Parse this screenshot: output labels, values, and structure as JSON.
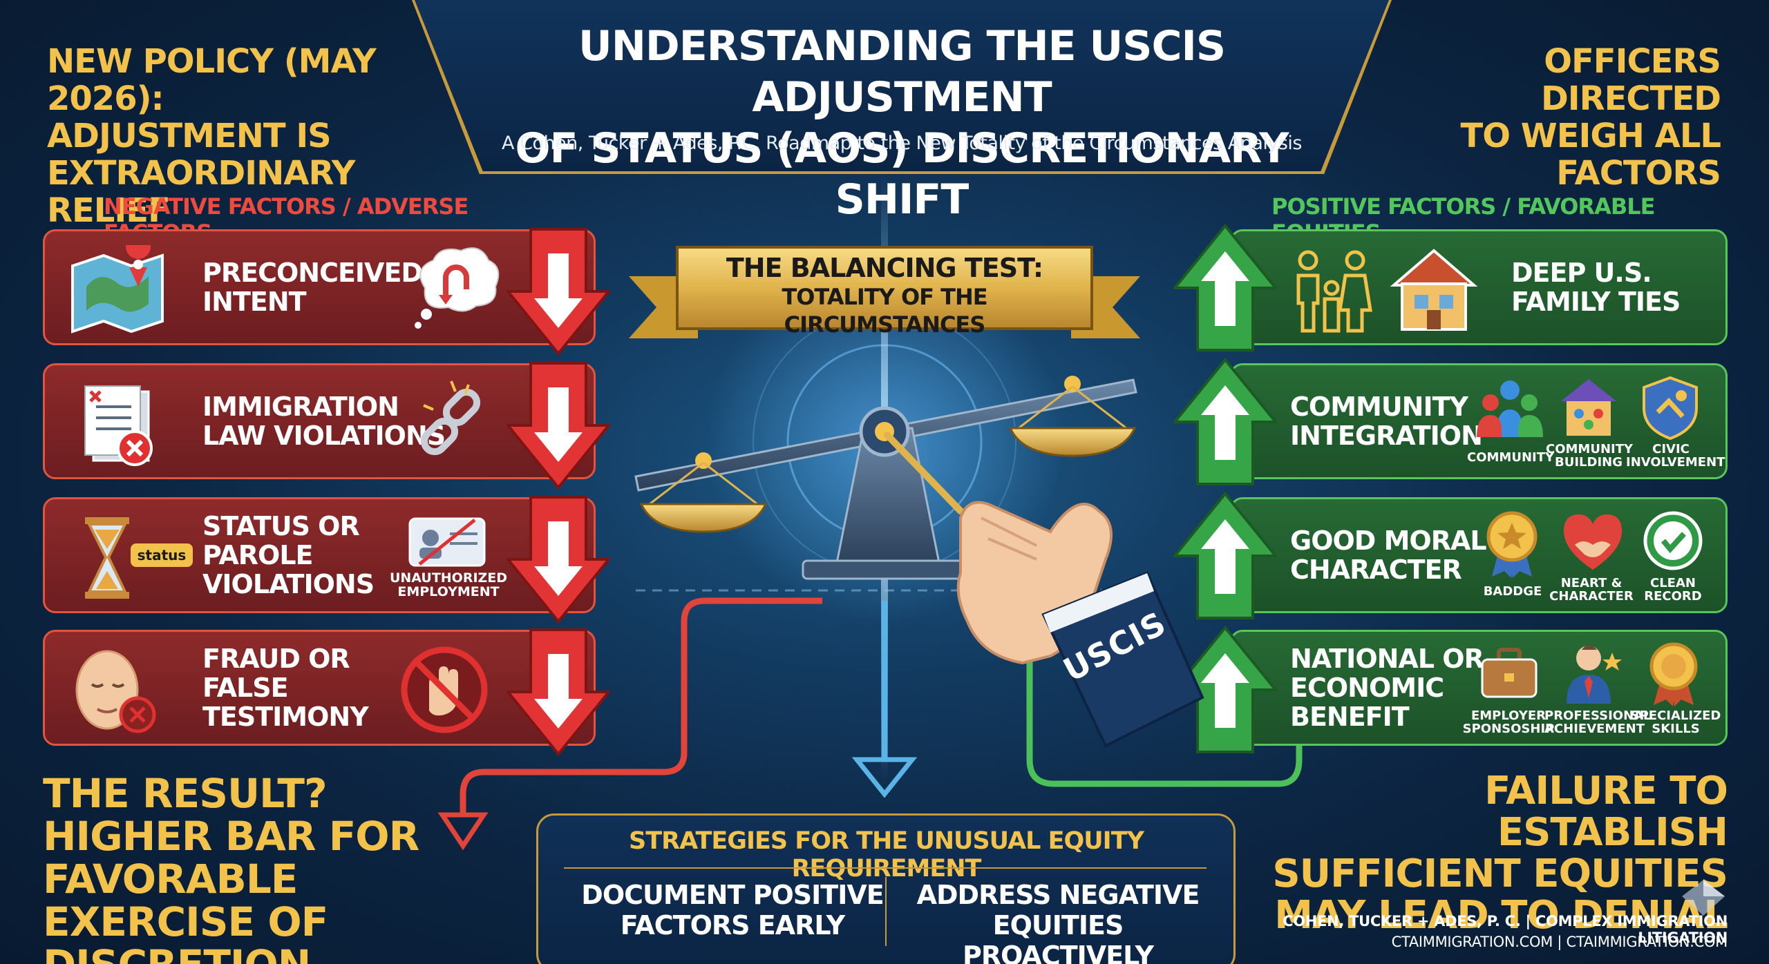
{
  "header": {
    "title_line1": "UNDERSTANDING THE USCIS ADJUSTMENT",
    "title_line2": "OF STATUS (AOS) DISCRETIONARY SHIFT",
    "subtitle": "A Cohen, Tucker + Ades, P.C. Roadmap to the New Totality of the Circumstances Analysis",
    "left_callout": [
      "NEW POLICY (MAY 2026):",
      "ADJUSTMENT IS",
      "EXTRAORDINARY RELIEF"
    ],
    "right_callout": [
      "OFFICERS DIRECTED",
      "TO WEIGH ALL",
      "FACTORS"
    ]
  },
  "negative": {
    "heading": "NEGATIVE FACTORS / ADVERSE FACTORS",
    "items": [
      {
        "label": [
          "PRECONCEIVED",
          "INTENT"
        ]
      },
      {
        "label": [
          "IMMIGRATION",
          "LAW VIOLATIONS"
        ]
      },
      {
        "label": [
          "STATUS OR",
          "PAROLE",
          "VIOLATIONS"
        ],
        "badge": "status",
        "caption": [
          "UNAUTHORIZED",
          "EMPLOYMENT"
        ]
      },
      {
        "label": [
          "FRAUD OR",
          "FALSE",
          "TESTIMONY"
        ]
      }
    ]
  },
  "positive": {
    "heading": "POSITIVE FACTORS / FAVORABLE EQUITIES",
    "items": [
      {
        "label": [
          "DEEP U.S.",
          "FAMILY TIES"
        ]
      },
      {
        "label": [
          "COMMUNITY",
          "INTEGRATION"
        ],
        "icons": [
          [
            "COMMUNITY"
          ],
          [
            "COMMUNITY",
            "BUILDING"
          ],
          [
            "CIVIC",
            "INVOLVEMENT"
          ]
        ]
      },
      {
        "label": [
          "GOOD MORAL",
          "CHARACTER"
        ],
        "icons": [
          [
            "BADDGE"
          ],
          [
            "NEART &",
            "CHARACTER"
          ],
          [
            "CLEAN",
            "RECORD"
          ]
        ]
      },
      {
        "label": [
          "NATIONAL OR",
          "ECONOMIC",
          "BENEFIT"
        ],
        "icons": [
          [
            "EMPLOYER",
            "SPONSOSHIP"
          ],
          [
            "PROFESSIONAL",
            "ACHIEVEMENT"
          ],
          [
            "SPECIALIZED",
            "SKILLS"
          ]
        ]
      }
    ]
  },
  "center": {
    "banner_line1": "THE BALANCING TEST:",
    "banner_line2": "TOTALITY OF THE CIRCUMSTANCES",
    "sleeve_label": "USCIS"
  },
  "bottom": {
    "result": [
      "THE RESULT?",
      "HIGHER BAR FOR",
      "FAVORABLE",
      "EXERCISE OF DISCRETION"
    ],
    "failure": [
      "FAILURE TO ESTABLISH",
      "SUFFICIENT EQUITIES",
      "MAY LEAD TO DENIAL"
    ],
    "strategies": {
      "title": "STRATEGIES FOR THE UNUSUAL EQUITY REQUIREMENT",
      "left": [
        "DOCUMENT POSITIVE",
        "FACTORS EARLY"
      ],
      "right": [
        "ADDRESS NEGATIVE",
        "EQUITIES PROACTIVELY"
      ]
    },
    "footer_line1": "COHEN, TUCKER + ADES, P. C. | COMPLEX IMMIGRATION LITIGATION",
    "footer_line2": "CTAIMMIGRATION.COM | CTAIMMIGRATION.COM"
  },
  "colors": {
    "gold": "#f3c24b",
    "negative_red": "#e2543f",
    "positive_green": "#59c65b",
    "navy": "#0c2542"
  }
}
